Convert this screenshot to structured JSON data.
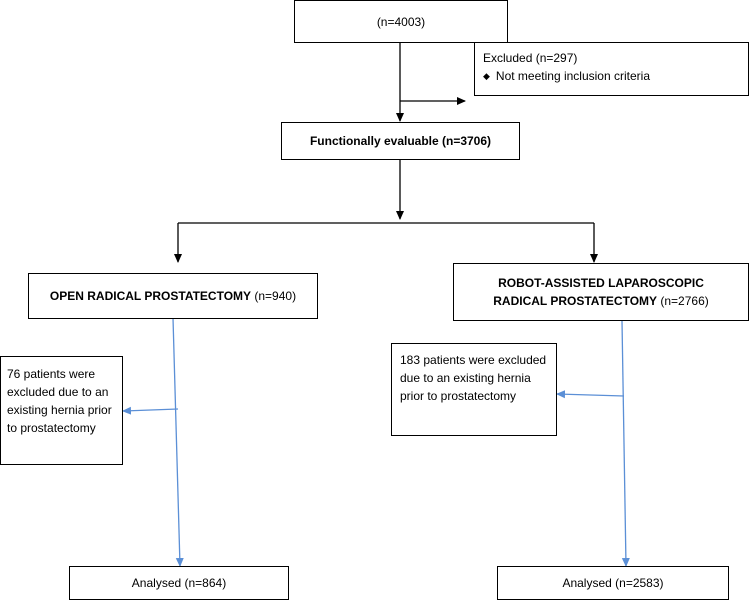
{
  "boxes": {
    "total": "(n=4003)",
    "excluded_title": "Excluded  (n=297)",
    "excluded_bullet": "Not meeting inclusion criteria",
    "evaluable": "Functionally evaluable (n=3706)",
    "open_bold": "OPEN RADICAL PROSTATECTOMY",
    "open_n": " (n=940)",
    "robot_line1": "ROBOT-ASSISTED LAPAROSCOPIC",
    "robot_line2": "RADICAL PROSTATECTOMY",
    "robot_n": " (n=2766)",
    "open_excluded": "76 patients were excluded due to an existing hernia prior to prostatectomy",
    "robot_excluded": "183 patients were excluded due to an existing hernia prior to prostatectomy",
    "open_analysed": "Analysed  (n=864)",
    "robot_analysed": "Analysed  (n=2583)"
  },
  "colors": {
    "black_arrow": "#000000",
    "blue_arrow": "#5b8fd6"
  }
}
